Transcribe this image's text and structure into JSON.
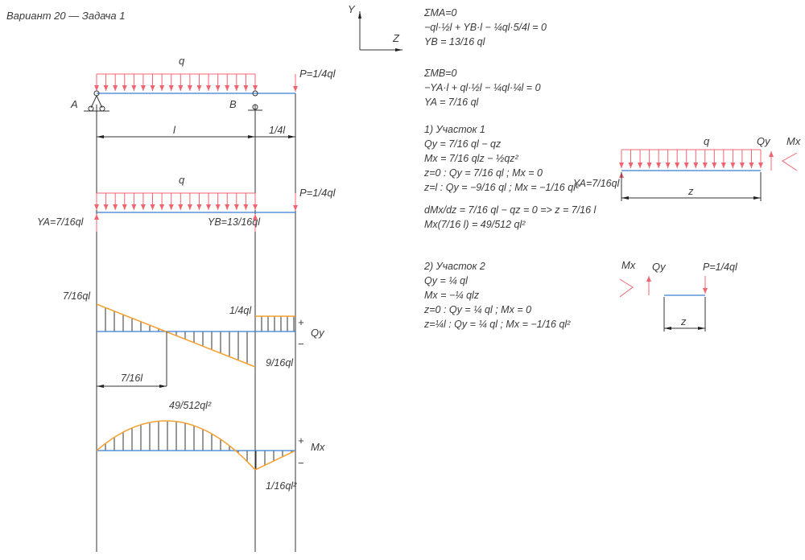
{
  "title": "Вариант 20 — Задача 1",
  "axes": {
    "y": "Y",
    "z": "Z"
  },
  "scheme": {
    "q": "q",
    "P": "P=1/4ql",
    "A": "A",
    "B": "B",
    "span_l": "l",
    "span_quarter": "1/4l",
    "YA": "YA=7/16ql",
    "YB": "YB=13/16ql"
  },
  "q_diagram": {
    "label": "Qy",
    "plus": "+",
    "minus": "−",
    "val_A": "7/16ql",
    "val_B": "9/16ql",
    "val_over": "1/4ql",
    "zero_pos": "7/16l"
  },
  "m_diagram": {
    "label": "Mx",
    "plus": "+",
    "minus": "−",
    "val_max": "49/512ql²",
    "val_B": "1/16ql²"
  },
  "equations": {
    "eqA": [
      "ΣMA=0",
      "−ql·½l + YB·l − ¼ql·5/4l = 0",
      "YB = 13/16 ql"
    ],
    "eqB": [
      "ΣMB=0",
      "−YA·l + ql·½l − ¼ql·¼l = 0",
      "YA = 7/16 ql"
    ],
    "sec1": [
      "1)  Участок 1",
      "Qy = 7/16 ql − qz",
      "Mx = 7/16 qlz − ½qz²",
      "z=0 :  Qy = 7/16 ql ;  Mx = 0",
      "z=l :  Qy = −9/16 ql ;  Mx = −1/16 ql²",
      "dMx/dz = 7/16 ql − qz = 0  =>  z = 7/16 l",
      "Mx(7/16 l) = 49/512 ql²"
    ],
    "sec2": [
      "2)  Участок 2",
      "Qy = ¼ ql",
      "Mx = −¼ qlz",
      "z=0 :  Qy = ¼ ql ;  Mx = 0",
      "z=¼l :  Qy = ¼ ql ;  Mx = −1/16 ql²"
    ]
  },
  "section1_sketch": {
    "q": "q",
    "Qy": "Qy",
    "Mx": "Mx",
    "YA": "YA=7/16ql",
    "z": "z"
  },
  "section2_sketch": {
    "Mx": "Mx",
    "Qy": "Qy",
    "P": "P=1/4ql",
    "z": "z"
  },
  "colors": {
    "beam": "#3a7fd0",
    "load": "#f06470",
    "curve": "#f5a030"
  }
}
